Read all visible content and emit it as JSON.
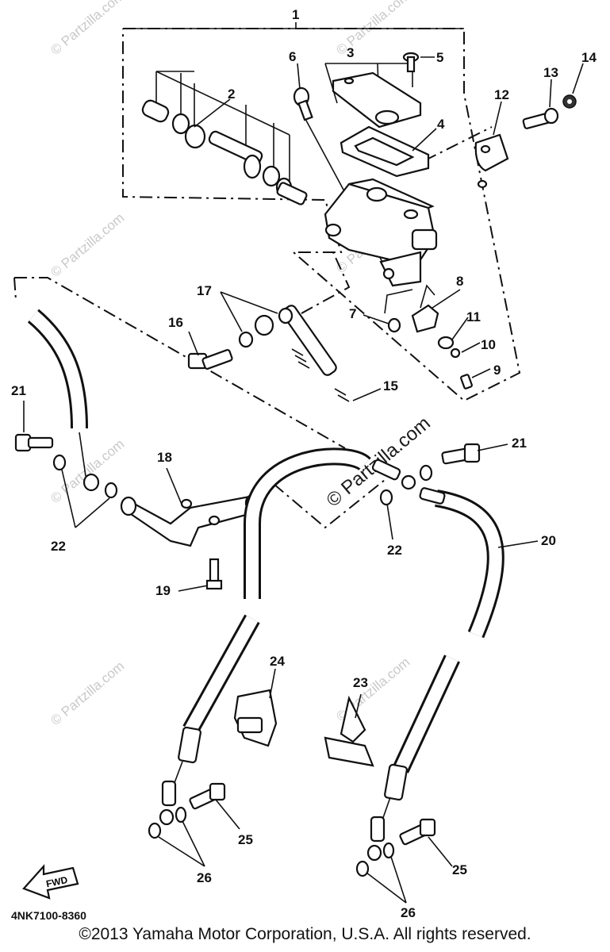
{
  "watermark": {
    "text": "© Partzilla.com"
  },
  "callouts": [
    "1",
    "2",
    "3",
    "4",
    "5",
    "6",
    "7",
    "8",
    "9",
    "10",
    "11",
    "12",
    "13",
    "14",
    "15",
    "16",
    "17",
    "18",
    "19",
    "20",
    "21",
    "22",
    "23",
    "24",
    "25",
    "26"
  ],
  "fwd_label": "FWD",
  "diagram_code": "4NK7100-8360",
  "copyright": "©2013 Yamaha Motor Corporation, U.S.A. All rights reserved."
}
